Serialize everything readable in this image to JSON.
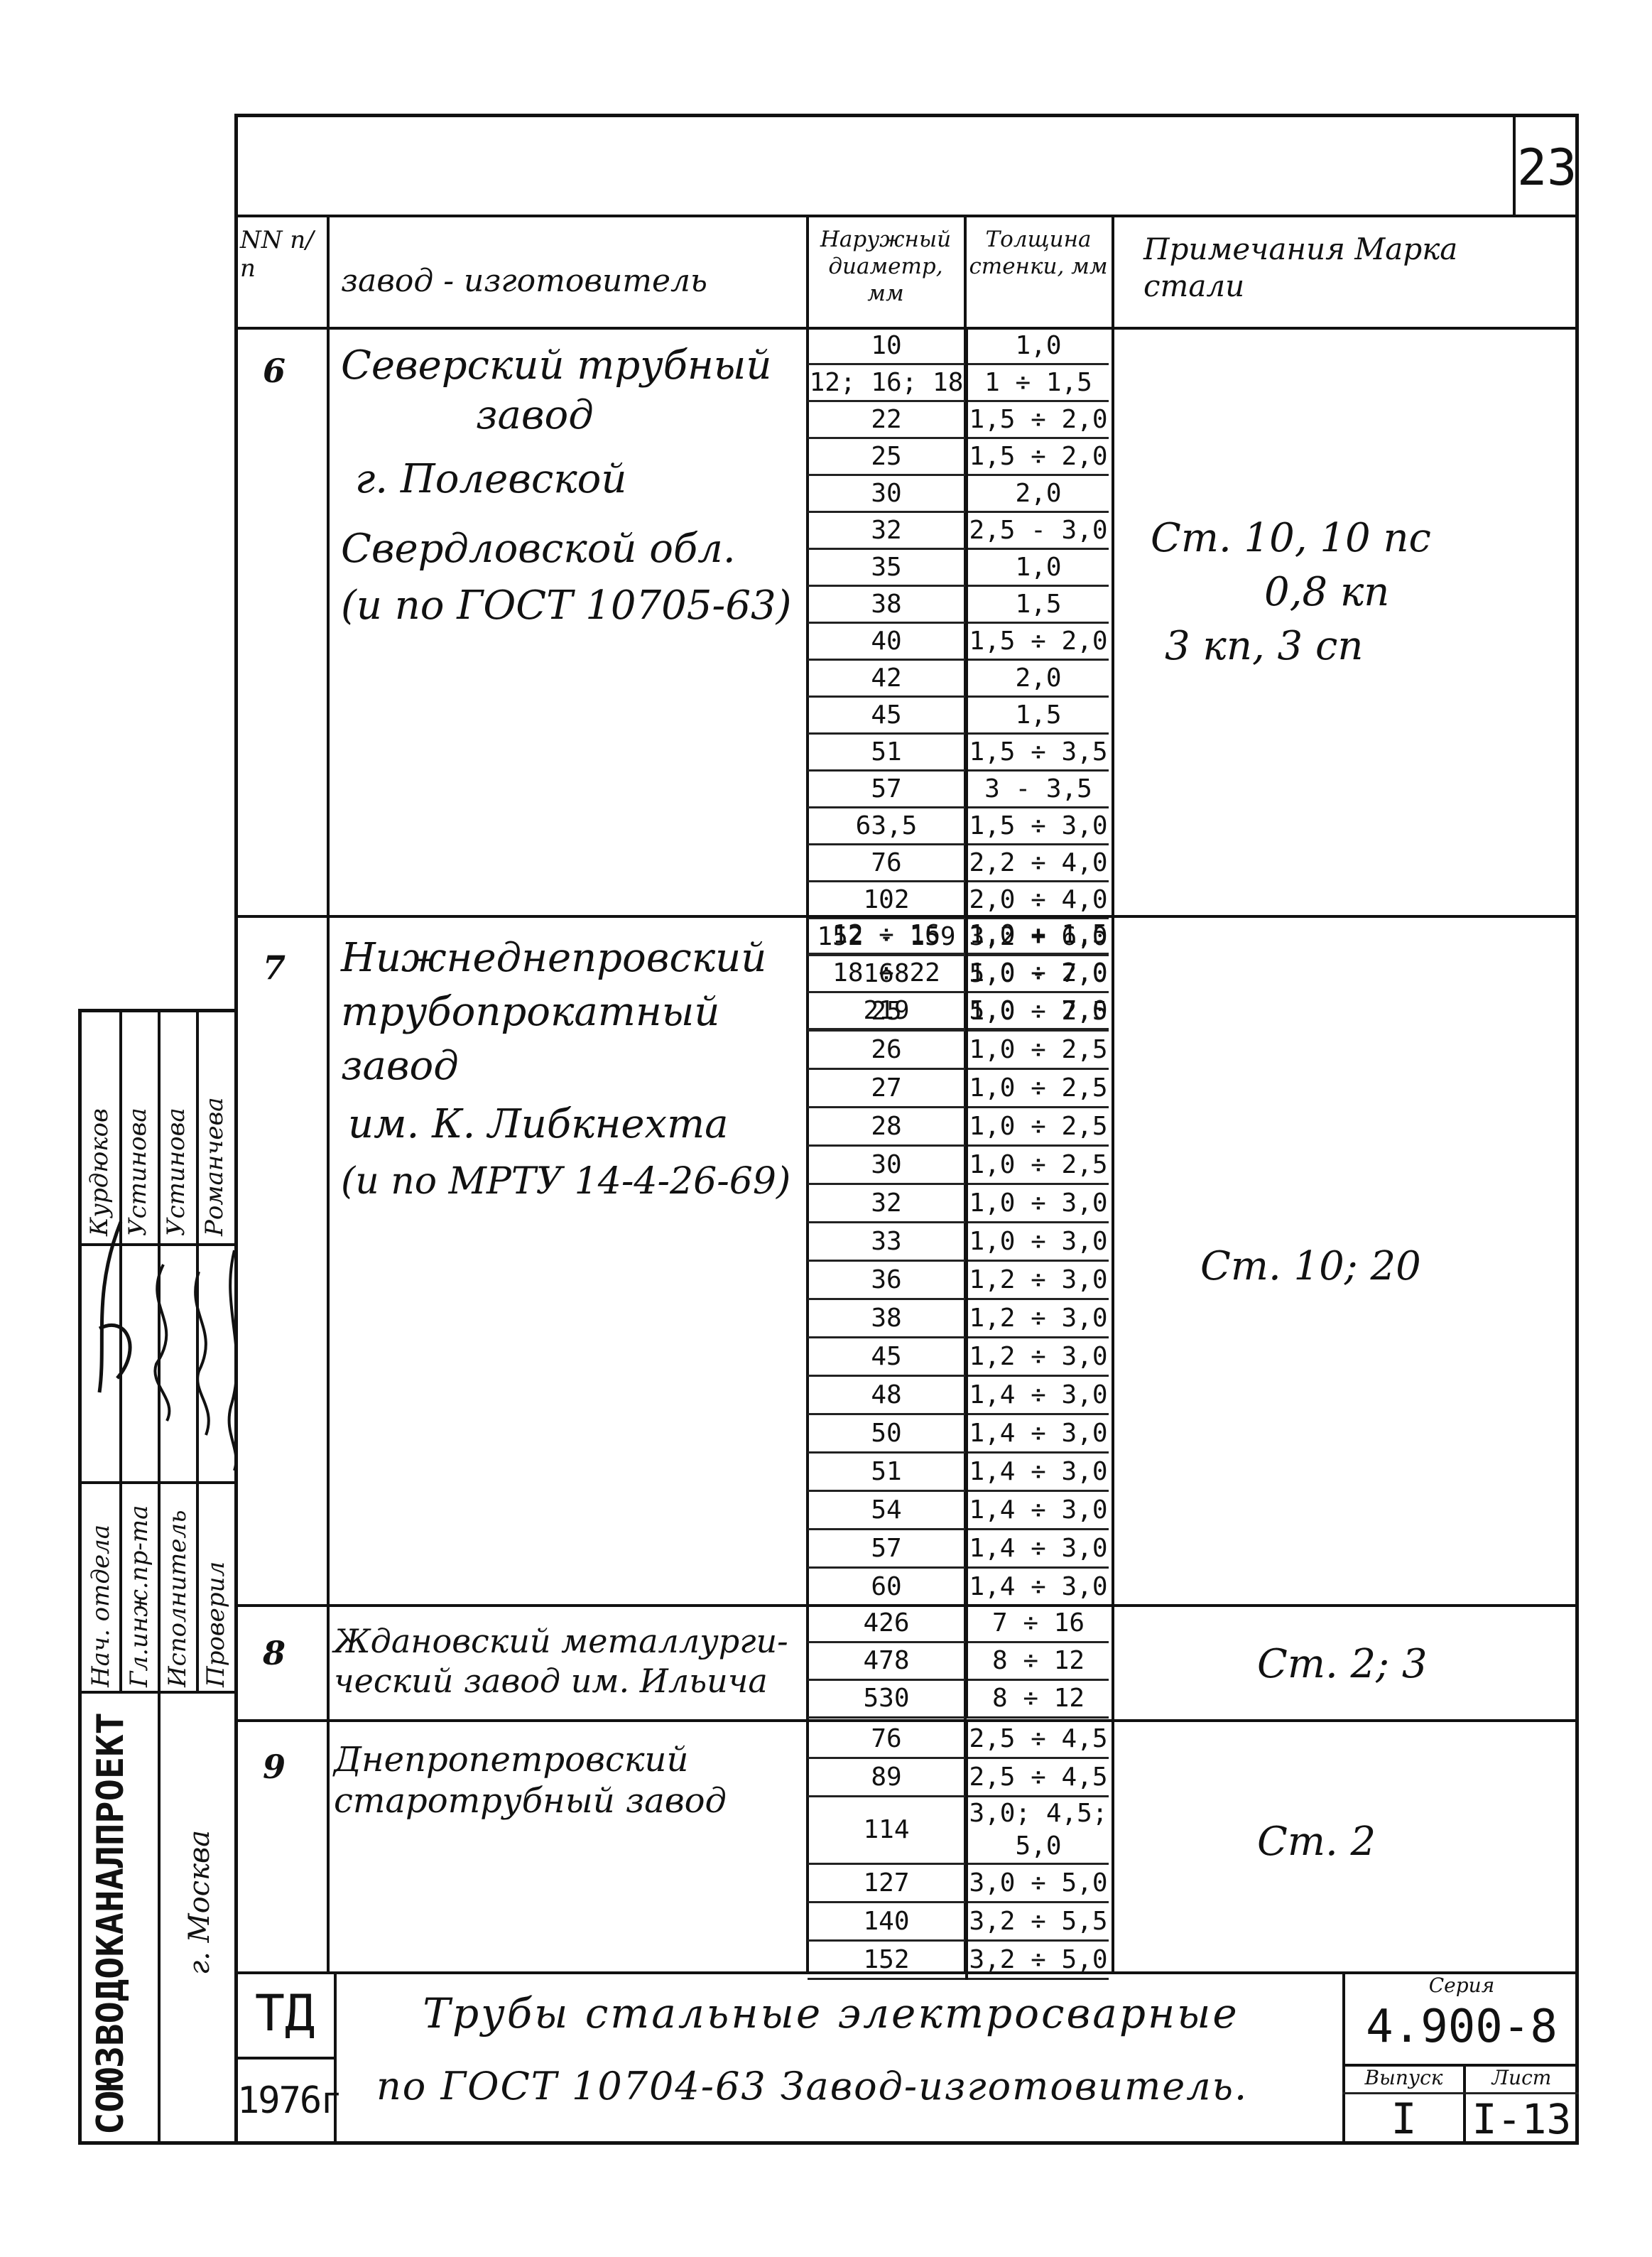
{
  "sheet_number": "23",
  "header": {
    "num": "NN п/п",
    "plant": "завод - изготовитель",
    "diameter": "Наружный диаметр, мм",
    "wall": "Толщина стенки, мм",
    "note": "Примечания Марка стали"
  },
  "rows": [
    {
      "num": "6",
      "plant_lines": [
        "Северский трубный",
        "завод",
        "г. Полевской",
        "Свердловской обл.",
        "(и по ГОСТ 10705-63)"
      ],
      "pairs": [
        [
          "10",
          "1,0"
        ],
        [
          "12; 16; 18",
          "1 ÷ 1,5"
        ],
        [
          "22",
          "1,5 ÷ 2,0"
        ],
        [
          "25",
          "1,5 ÷ 2,0"
        ],
        [
          "30",
          "2,0"
        ],
        [
          "32",
          "2,5 - 3,0"
        ],
        [
          "35",
          "1,0"
        ],
        [
          "38",
          "1,5"
        ],
        [
          "40",
          "1,5 ÷ 2,0"
        ],
        [
          "42",
          "2,0"
        ],
        [
          "45",
          "1,5"
        ],
        [
          "51",
          "1,5 ÷ 3,5"
        ],
        [
          "57",
          "3 - 3,5"
        ],
        [
          "63,5",
          "1,5 ÷ 3,0"
        ],
        [
          "76",
          "2,2 ÷ 4,0"
        ],
        [
          "102",
          "2,0 ÷ 4,0"
        ],
        [
          "152 - 159",
          "3,2 ÷ 6,0"
        ],
        [
          "168",
          "5,0 - 7,0"
        ],
        [
          "219",
          "5,0 - 7,0"
        ]
      ],
      "note_lines": [
        "Ст. 10, 10 пс",
        "0,8 кп",
        "3 кп, 3 сп"
      ]
    },
    {
      "num": "7",
      "plant_lines": [
        "Нижнеднепровский",
        "трубопрокатный",
        "завод",
        "им. К. Либкнехта",
        "(и по МРТУ 14-4-26-69)"
      ],
      "pairs": [
        [
          "12 ÷ 16",
          "1,0 ÷ 1,5"
        ],
        [
          "18 ÷ 22",
          "1,0 ÷ 2,0"
        ],
        [
          "25",
          "1,0 ÷ 2,5"
        ],
        [
          "26",
          "1,0 ÷ 2,5"
        ],
        [
          "27",
          "1,0 ÷ 2,5"
        ],
        [
          "28",
          "1,0 ÷ 2,5"
        ],
        [
          "30",
          "1,0 ÷ 2,5"
        ],
        [
          "32",
          "1,0 ÷ 3,0"
        ],
        [
          "33",
          "1,0 ÷ 3,0"
        ],
        [
          "36",
          "1,2 ÷ 3,0"
        ],
        [
          "38",
          "1,2 ÷ 3,0"
        ],
        [
          "45",
          "1,2 ÷ 3,0"
        ],
        [
          "48",
          "1,4 ÷ 3,0"
        ],
        [
          "50",
          "1,4 ÷ 3,0"
        ],
        [
          "51",
          "1,4 ÷ 3,0"
        ],
        [
          "54",
          "1,4 ÷ 3,0"
        ],
        [
          "57",
          "1,4 ÷ 3,0"
        ],
        [
          "60",
          "1,4 ÷ 3,0"
        ]
      ],
      "note_lines": [
        "Ст. 10; 20"
      ]
    },
    {
      "num": "8",
      "plant_lines": [
        "Ждановский металлурги-",
        "ческий завод им. Ильича"
      ],
      "pairs": [
        [
          "426",
          "7 ÷ 16"
        ],
        [
          "478",
          "8 ÷ 12"
        ],
        [
          "530",
          "8 ÷ 12"
        ]
      ],
      "note_lines": [
        "Ст. 2; 3"
      ]
    },
    {
      "num": "9",
      "plant_lines": [
        "Днепропетровский",
        "старотрубный завод"
      ],
      "pairs": [
        [
          "76",
          "2,5 ÷ 4,5"
        ],
        [
          "89",
          "2,5 ÷ 4,5"
        ],
        [
          "114",
          "3,0; 4,5; 5,0"
        ],
        [
          "127",
          "3,0 ÷ 5,0"
        ],
        [
          "140",
          "3,2 ÷ 5,5"
        ],
        [
          "152",
          "3,2 ÷ 5,0"
        ]
      ],
      "note_lines": [
        "Ст. 2"
      ]
    }
  ],
  "stamp": {
    "roles": [
      "Нач. отдела",
      "Гл.инж.пр-та",
      "Исполнитель",
      "Проверил"
    ],
    "names": [
      "Курдюков",
      "Устинова",
      "Устинова",
      "Романчева"
    ],
    "org": "СОЮЗВОДОКАНАЛПРОЕКТ",
    "city": "г. Москва"
  },
  "title_block": {
    "code": "ТД",
    "year": "1976г",
    "title_line1": "Трубы стальные электросварные",
    "title_line2": "по ГОСТ 10704-63 Завод-изготовитель.",
    "series_label": "Серия",
    "series": "4.900-8",
    "issue_label": "Выпуск",
    "issue": "I",
    "sheet_label": "Лист",
    "sheet": "I-13"
  }
}
